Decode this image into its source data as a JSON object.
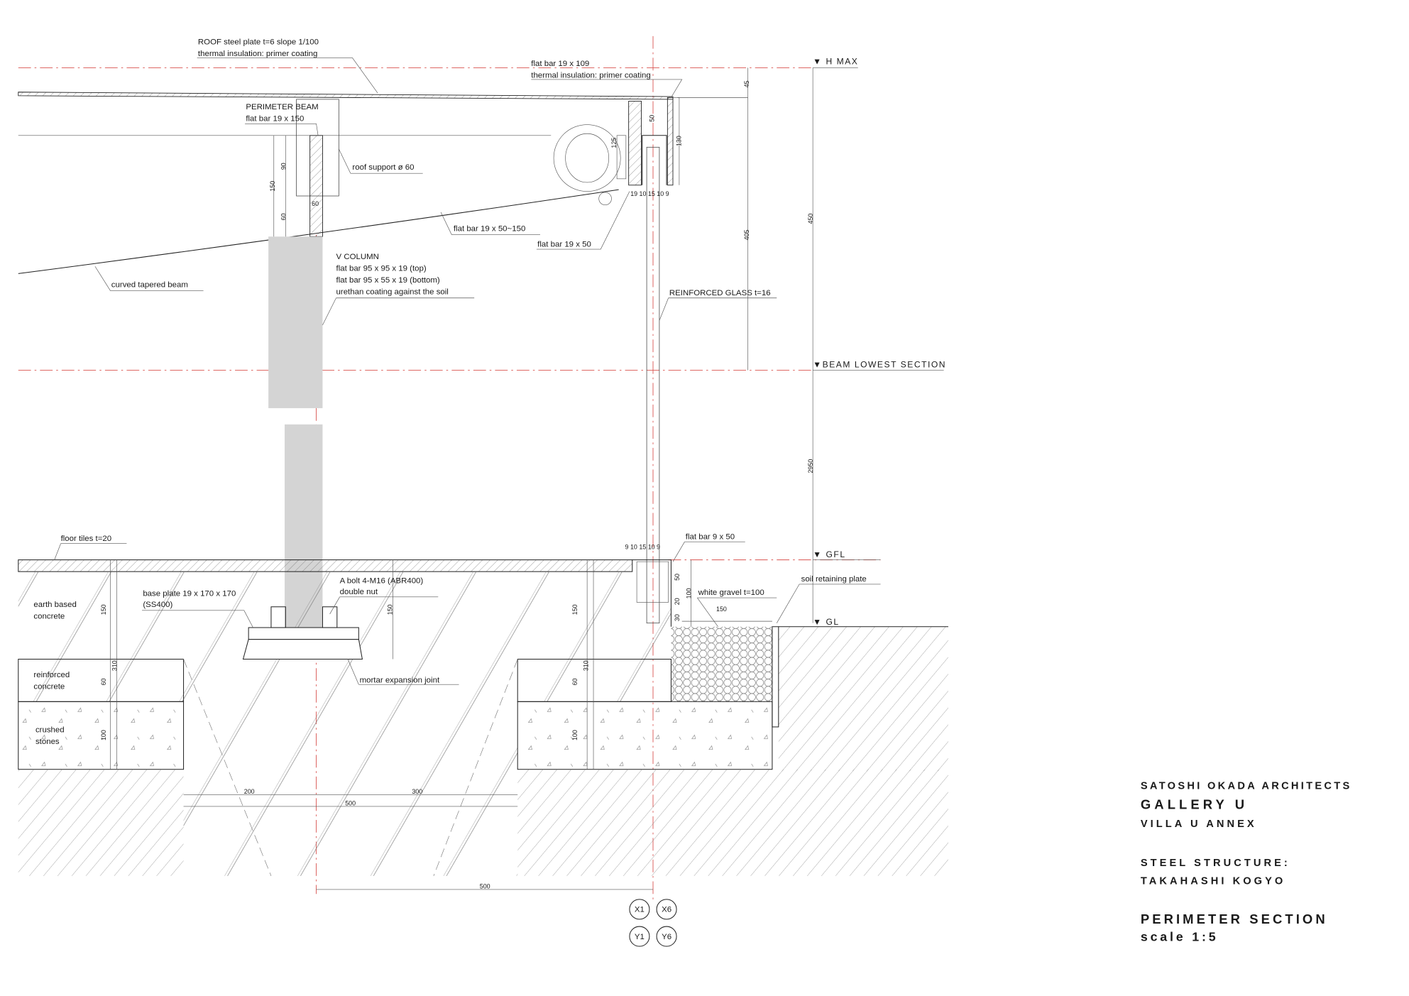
{
  "annotations": {
    "roof_plate_1": "ROOF steel plate t=6    slope 1/100",
    "roof_plate_2": "thermal insulation: primer coating",
    "flat_bar_109_1": "flat bar 19 x 109",
    "flat_bar_109_2": "thermal insulation: primer coating",
    "perimeter_beam_1": "PERIMETER BEAM",
    "perimeter_beam_2": "flat bar 19 x 150",
    "roof_support": "roof support ø 60",
    "flat_bar_50_150": "flat bar 19 x 50~150",
    "flat_bar_19_50": "flat bar 19 x 50",
    "curved_beam": "curved tapered beam",
    "v_column_1": "V COLUMN",
    "v_column_2": "flat bar 95 x 95 x 19 (top)",
    "v_column_3": "flat bar 95 x 55 x 19 (bottom)",
    "v_column_4": "urethan coating against the soil",
    "glass": "REINFORCED GLASS t=16",
    "floor_tiles": "floor tiles t=20",
    "flat_bar_9_50": "flat bar 9 x 50",
    "soil_plate": "soil retaining plate",
    "white_gravel": "white gravel t=100",
    "earth_concrete_1": "earth based",
    "earth_concrete_2": "concrete",
    "base_plate_1": "base plate 19 x 170 x 170",
    "base_plate_2": "(SS400)",
    "a_bolt_1": "A bolt 4-M16 (ABR400)",
    "a_bolt_2": "double nut",
    "reinforced_1": "reinforced",
    "reinforced_2": "concrete",
    "crushed_1": "crushed",
    "crushed_2": "stones",
    "mortar": "mortar expansion joint"
  },
  "levels": {
    "hmax": "▼ H MAX",
    "beam_lowest": "▼BEAM LOWEST SECTION",
    "gfl": "▼ GFL",
    "gl": "▼ GL"
  },
  "dimensions": {
    "d45": "45",
    "d405": "405",
    "d450": "450",
    "d2950": "2950",
    "d50a": "50",
    "d130": "130",
    "d125": "125",
    "top_row": "19 10 15 10 9",
    "d150a": "150",
    "d90": "90",
    "d60a": "60",
    "d60w": "60",
    "gfl_row": "9   10 15 10   9",
    "d50b": "50",
    "d100a": "100",
    "d20": "20",
    "d30": "30",
    "d150g": "150",
    "d150l": "150",
    "d310l": "310",
    "d60l": "60",
    "d100l": "100",
    "d150m": "150",
    "d150r": "150",
    "d310r": "310",
    "d60r": "60",
    "d100r": "100",
    "d200": "200",
    "d300": "300",
    "d500a": "500",
    "d500b": "500"
  },
  "grid_markers": [
    "X1",
    "X6",
    "Y1",
    "Y6"
  ],
  "title_block": {
    "firm": "SATOSHI OKADA ARCHITECTS",
    "project": "GALLERY U",
    "subtitle": "VILLA U ANNEX",
    "structure_label": "STEEL STRUCTURE:",
    "structure_firm": "TAKAHASHI KOGYO",
    "drawing": "PERIMETER SECTION",
    "scale": "scale 1:5"
  },
  "colors": {
    "centerline": "#d9534f",
    "column_fill": "#d4d4d4"
  }
}
